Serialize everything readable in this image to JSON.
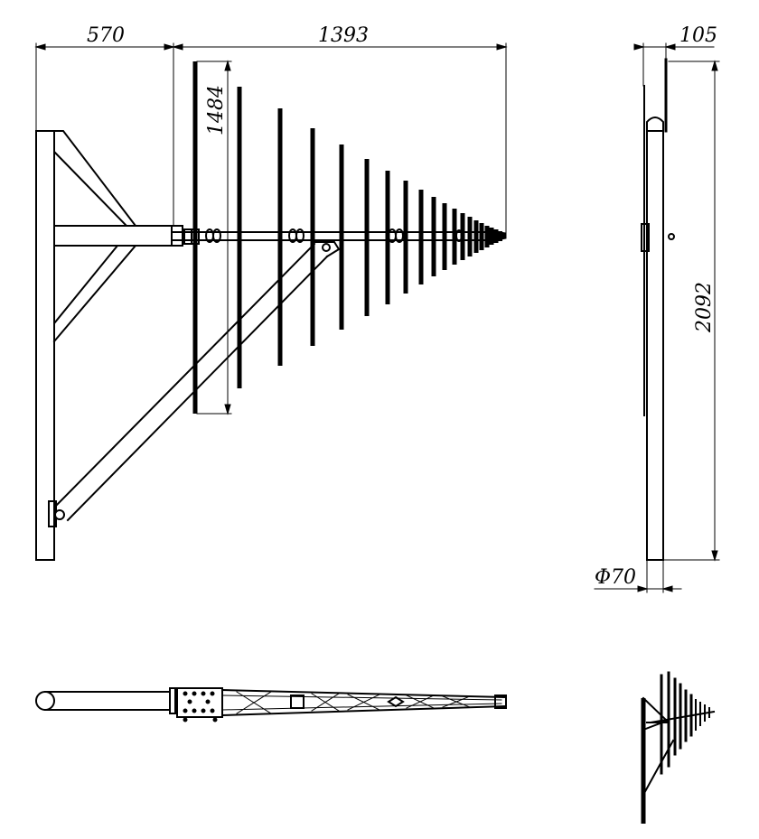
{
  "dimensions": {
    "bracket_width": "570",
    "boom_length": "1393",
    "element_length": "1484",
    "side_depth": "105",
    "mast_height": "2092",
    "mast_diameter": "Φ70"
  },
  "colors": {
    "line": "#000000",
    "background": "#ffffff"
  }
}
